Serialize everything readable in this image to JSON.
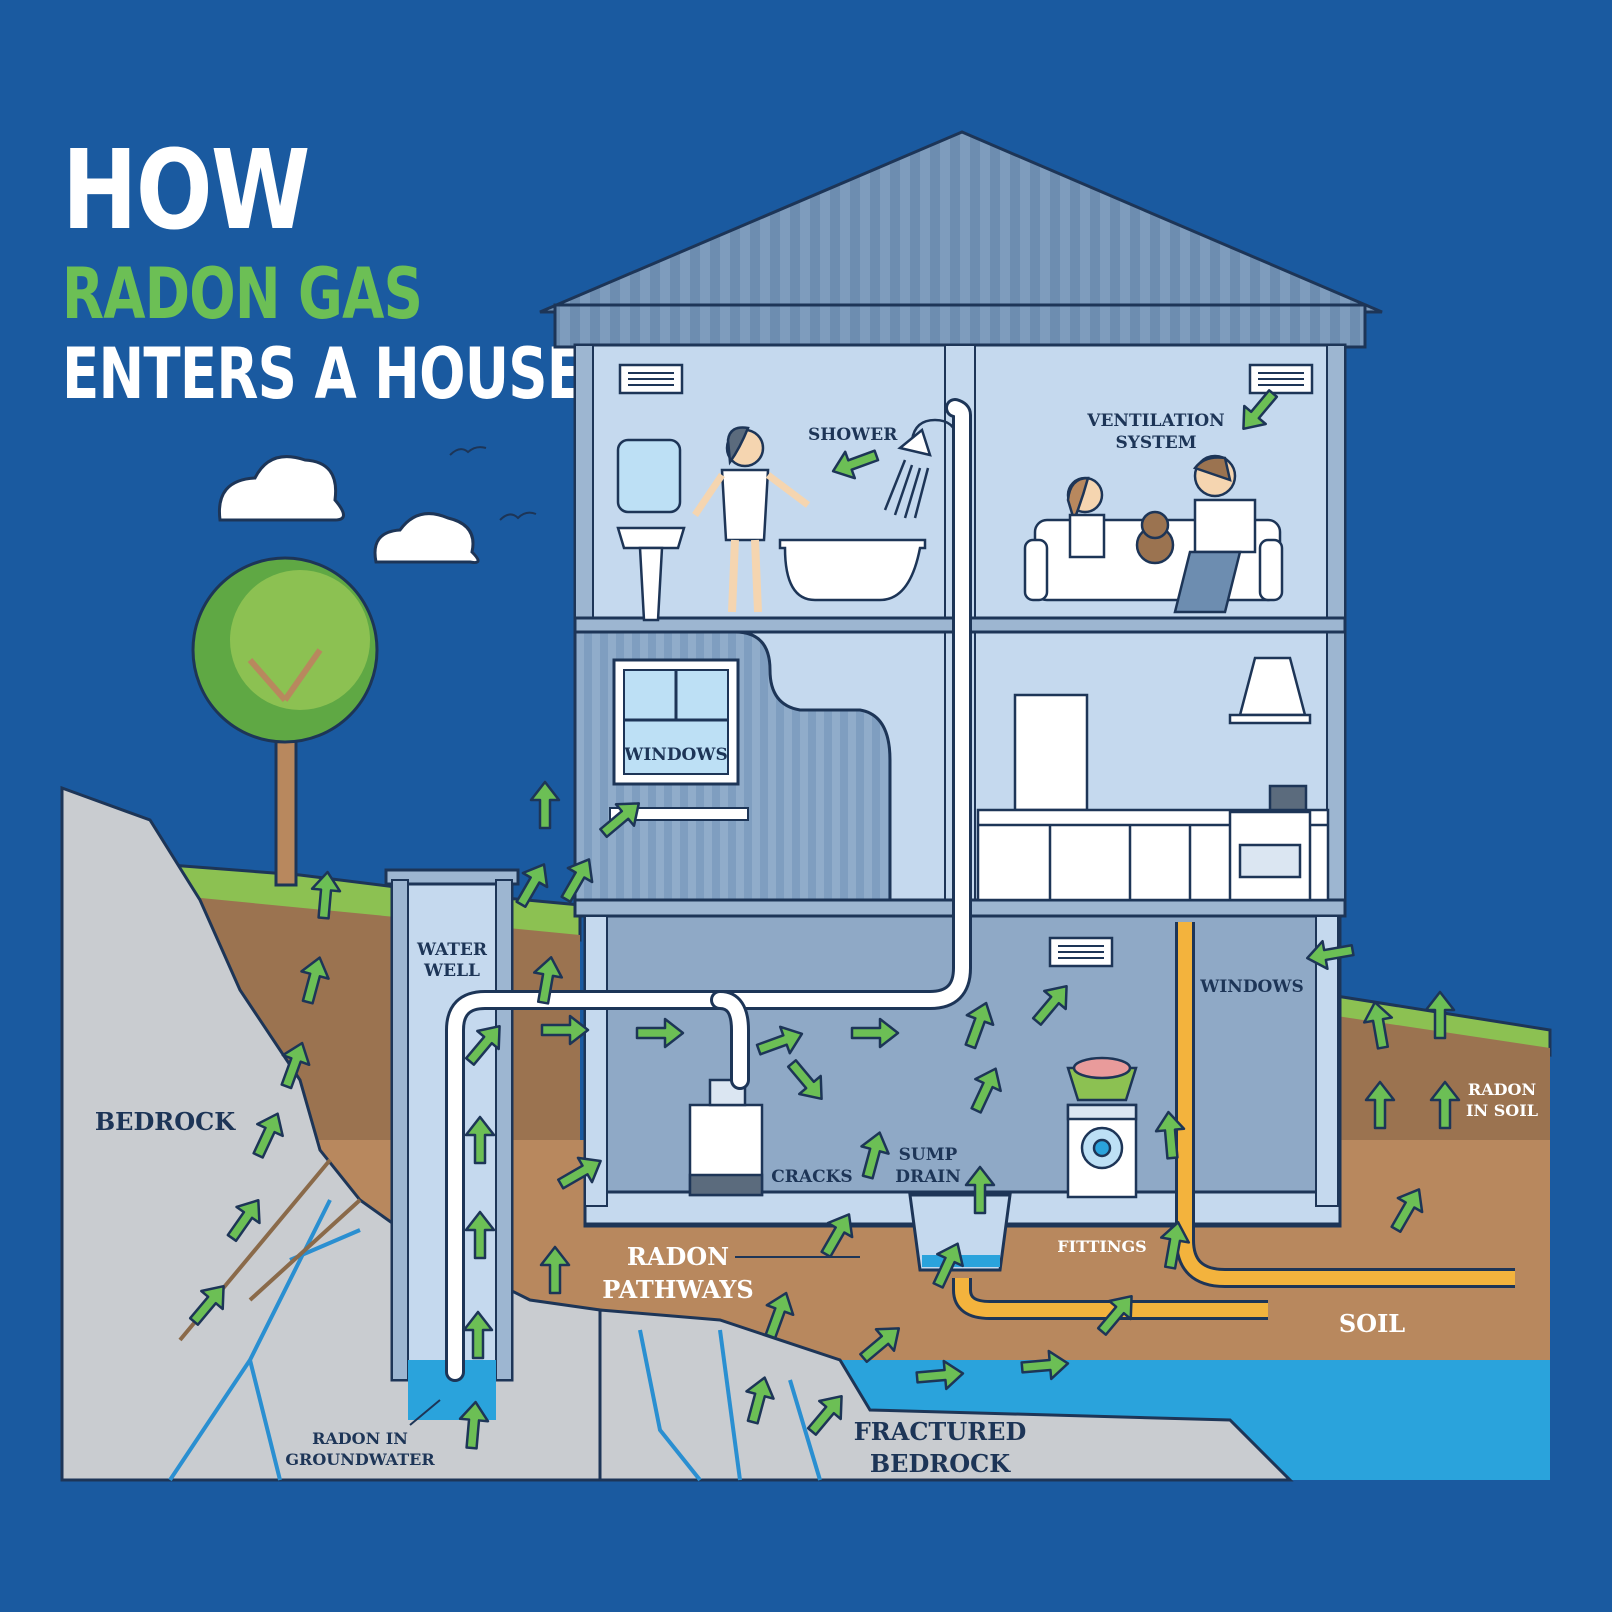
{
  "title": {
    "line1": "HOW",
    "line2": "RADON GAS",
    "line3": "ENTERS A HOUSE"
  },
  "labels": {
    "shower": "SHOWER",
    "ventilation_1": "VENTILATION",
    "ventilation_2": "SYSTEM",
    "windows_upper": "WINDOWS",
    "windows_basement": "WINDOWS",
    "water_well_1": "WATER",
    "water_well_2": "WELL",
    "bedrock": "BEDROCK",
    "cracks": "CRACKS",
    "sump_drain_1": "SUMP",
    "sump_drain_2": "DRAIN",
    "radon_in_soil_1": "RADON",
    "radon_in_soil_2": "IN SOIL",
    "radon_pathways_1": "RADON",
    "radon_pathways_2": "PATHWAYS",
    "fittings": "FITTINGS",
    "soil": "SOIL",
    "groundwater_1": "RADON IN",
    "groundwater_2": "GROUNDWATER",
    "fractured_1": "FRACTURED",
    "fractured_2": "BEDROCK"
  },
  "colors": {
    "background": "#1a5aa0",
    "accent_green": "#6cbf55",
    "house_wall": "#c5d9ee",
    "roof": "#6f8fb0",
    "soil": "#b8885e",
    "water": "#2aa3dc",
    "rock": "#c9ccd0",
    "pipe_yellow": "#f3b33d"
  }
}
